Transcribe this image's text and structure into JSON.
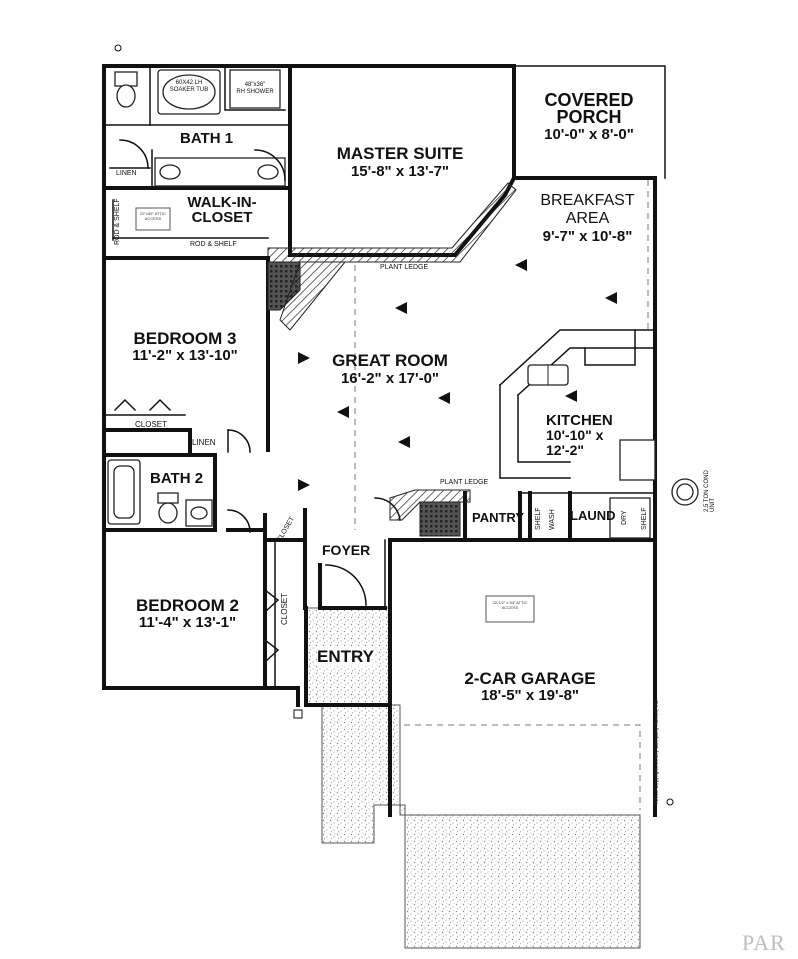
{
  "rooms": {
    "covered_porch": {
      "name_1": "COVERED",
      "name_2": "PORCH",
      "dim": "10'-0\" x 8'-0\""
    },
    "bath_1": {
      "name": "BATH 1"
    },
    "master_suite": {
      "name": "MASTER SUITE",
      "dim": "15'-8\" x 13'-7\""
    },
    "walk_in_closet": {
      "name_1": "WALK-IN-",
      "name_2": "CLOSET"
    },
    "breakfast_area": {
      "name_1": "BREAKFAST",
      "name_2": "AREA",
      "dim": "9'-7\" x 10'-8\""
    },
    "bedroom_3": {
      "name": "BEDROOM 3",
      "dim": "11'-2\" x 13'-10\""
    },
    "great_room": {
      "name": "GREAT ROOM",
      "dim": "16'-2\" x 17'-0\""
    },
    "kitchen": {
      "name": "KITCHEN",
      "dim_1": "10'-10\" x",
      "dim_2": "12'-2\""
    },
    "bath_2": {
      "name": "BATH 2"
    },
    "foyer": {
      "name": "FOYER"
    },
    "pantry": {
      "name": "PANTRY"
    },
    "laund": {
      "name": "LAUND"
    },
    "bedroom_2": {
      "name": "BEDROOM 2",
      "dim": "11'-4\" x 13'-1\""
    },
    "entry": {
      "name": "ENTRY"
    },
    "garage": {
      "name": "2-CAR GARAGE",
      "dim": "18'-5\" x 19'-8\""
    }
  },
  "labels": {
    "linen_bath1": "LINEN",
    "linen_hall": "LINEN",
    "closet_bed3": "CLOSET",
    "closet_bed2": "CLOSET",
    "closet_foyer": "CLOSET",
    "rod_shelf_1": "ROD & SHELF",
    "rod_shelf_2": "ROD & SHELF",
    "plant_ledge_1": "PLANT LEDGE",
    "plant_ledge_2": "PLANT LEDGE",
    "soaker_tub_1": "60X42 LH",
    "soaker_tub_2": "SOAKER TUB",
    "shower_1": "48\"x36\"",
    "shower_2": "RH SHOWER",
    "wash": "WASH",
    "dry": "DRY",
    "shelf_1": "SHELF",
    "shelf_2": "SHELF",
    "ac_unit": "2.5 TON COND UNIT",
    "copyright": "©2013 Copyright, Emery Company Homes, Inc.",
    "watermark": "PAR",
    "attic_1": "22\"x30\" ATTIC ACCESS",
    "attic_2": "22-1/2\" x 54\" ATTIC ACCESS"
  },
  "colors": {
    "line": "#111111",
    "background": "#ffffff",
    "stipple": "#9a9a9a"
  }
}
